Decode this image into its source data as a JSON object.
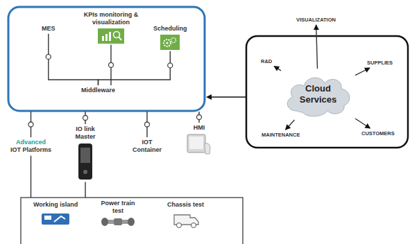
{
  "diagram": {
    "nodes": [
      {
        "text": [
          "MES"
        ]
      },
      {
        "text": [
          "KPIs monitoring & visualization"
        ]
      },
      {
        "text": [
          "Scheduling"
        ]
      },
      {
        "text": [
          "Middleware"
        ]
      },
      {
        "text": [
          "Advanced",
          "IOT Platforms"
        ]
      },
      {
        "text": [
          "IO link Master"
        ]
      },
      {
        "text": [
          "IOT Container"
        ]
      },
      {
        "text": [
          "HMI"
        ]
      },
      {
        "text": [
          "Working island"
        ]
      },
      {
        "text": [
          "Power train test"
        ]
      },
      {
        "text": [
          "Chassis test"
        ]
      },
      {
        "text": [
          "VISUALIZATION"
        ]
      },
      {
        "text": [
          "R&D"
        ]
      },
      {
        "text": [
          "SUPPLIES"
        ]
      },
      {
        "text": [
          "Cloud Services"
        ]
      },
      {
        "text": [
          "MAINTENANCE"
        ]
      },
      {
        "text": [
          "CUSTOMERS"
        ]
      }
    ],
    "edges": [
      {
        "from": 0,
        "to": 3,
        "arrow": "none"
      },
      {
        "from": 1,
        "to": 3,
        "arrow": "none"
      },
      {
        "from": 2,
        "to": 3,
        "arrow": "none"
      },
      {
        "from": 14,
        "to": 11,
        "arrow": "to"
      },
      {
        "from": 14,
        "to": 12,
        "arrow": "to"
      },
      {
        "from": 14,
        "to": 13,
        "arrow": "to"
      },
      {
        "from": 14,
        "to": 15,
        "arrow": "to"
      },
      {
        "from": 14,
        "to": 16,
        "arrow": "to"
      }
    ]
  }
}
